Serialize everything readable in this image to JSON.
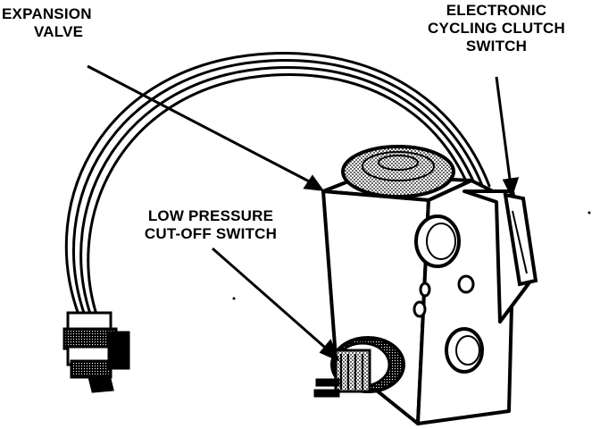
{
  "labels": {
    "expansion_valve": {
      "line1": "EXPANSION",
      "line2": "VALVE"
    },
    "clutch_switch": {
      "line1": "ELECTRONIC",
      "line2": "CYCLING CLUTCH",
      "line3": "SWITCH"
    },
    "low_pressure": {
      "line1": "LOW PRESSURE",
      "line2": "CUT-OFF SWITCH"
    }
  },
  "colors": {
    "ink": "#000000",
    "paper": "#ffffff"
  }
}
